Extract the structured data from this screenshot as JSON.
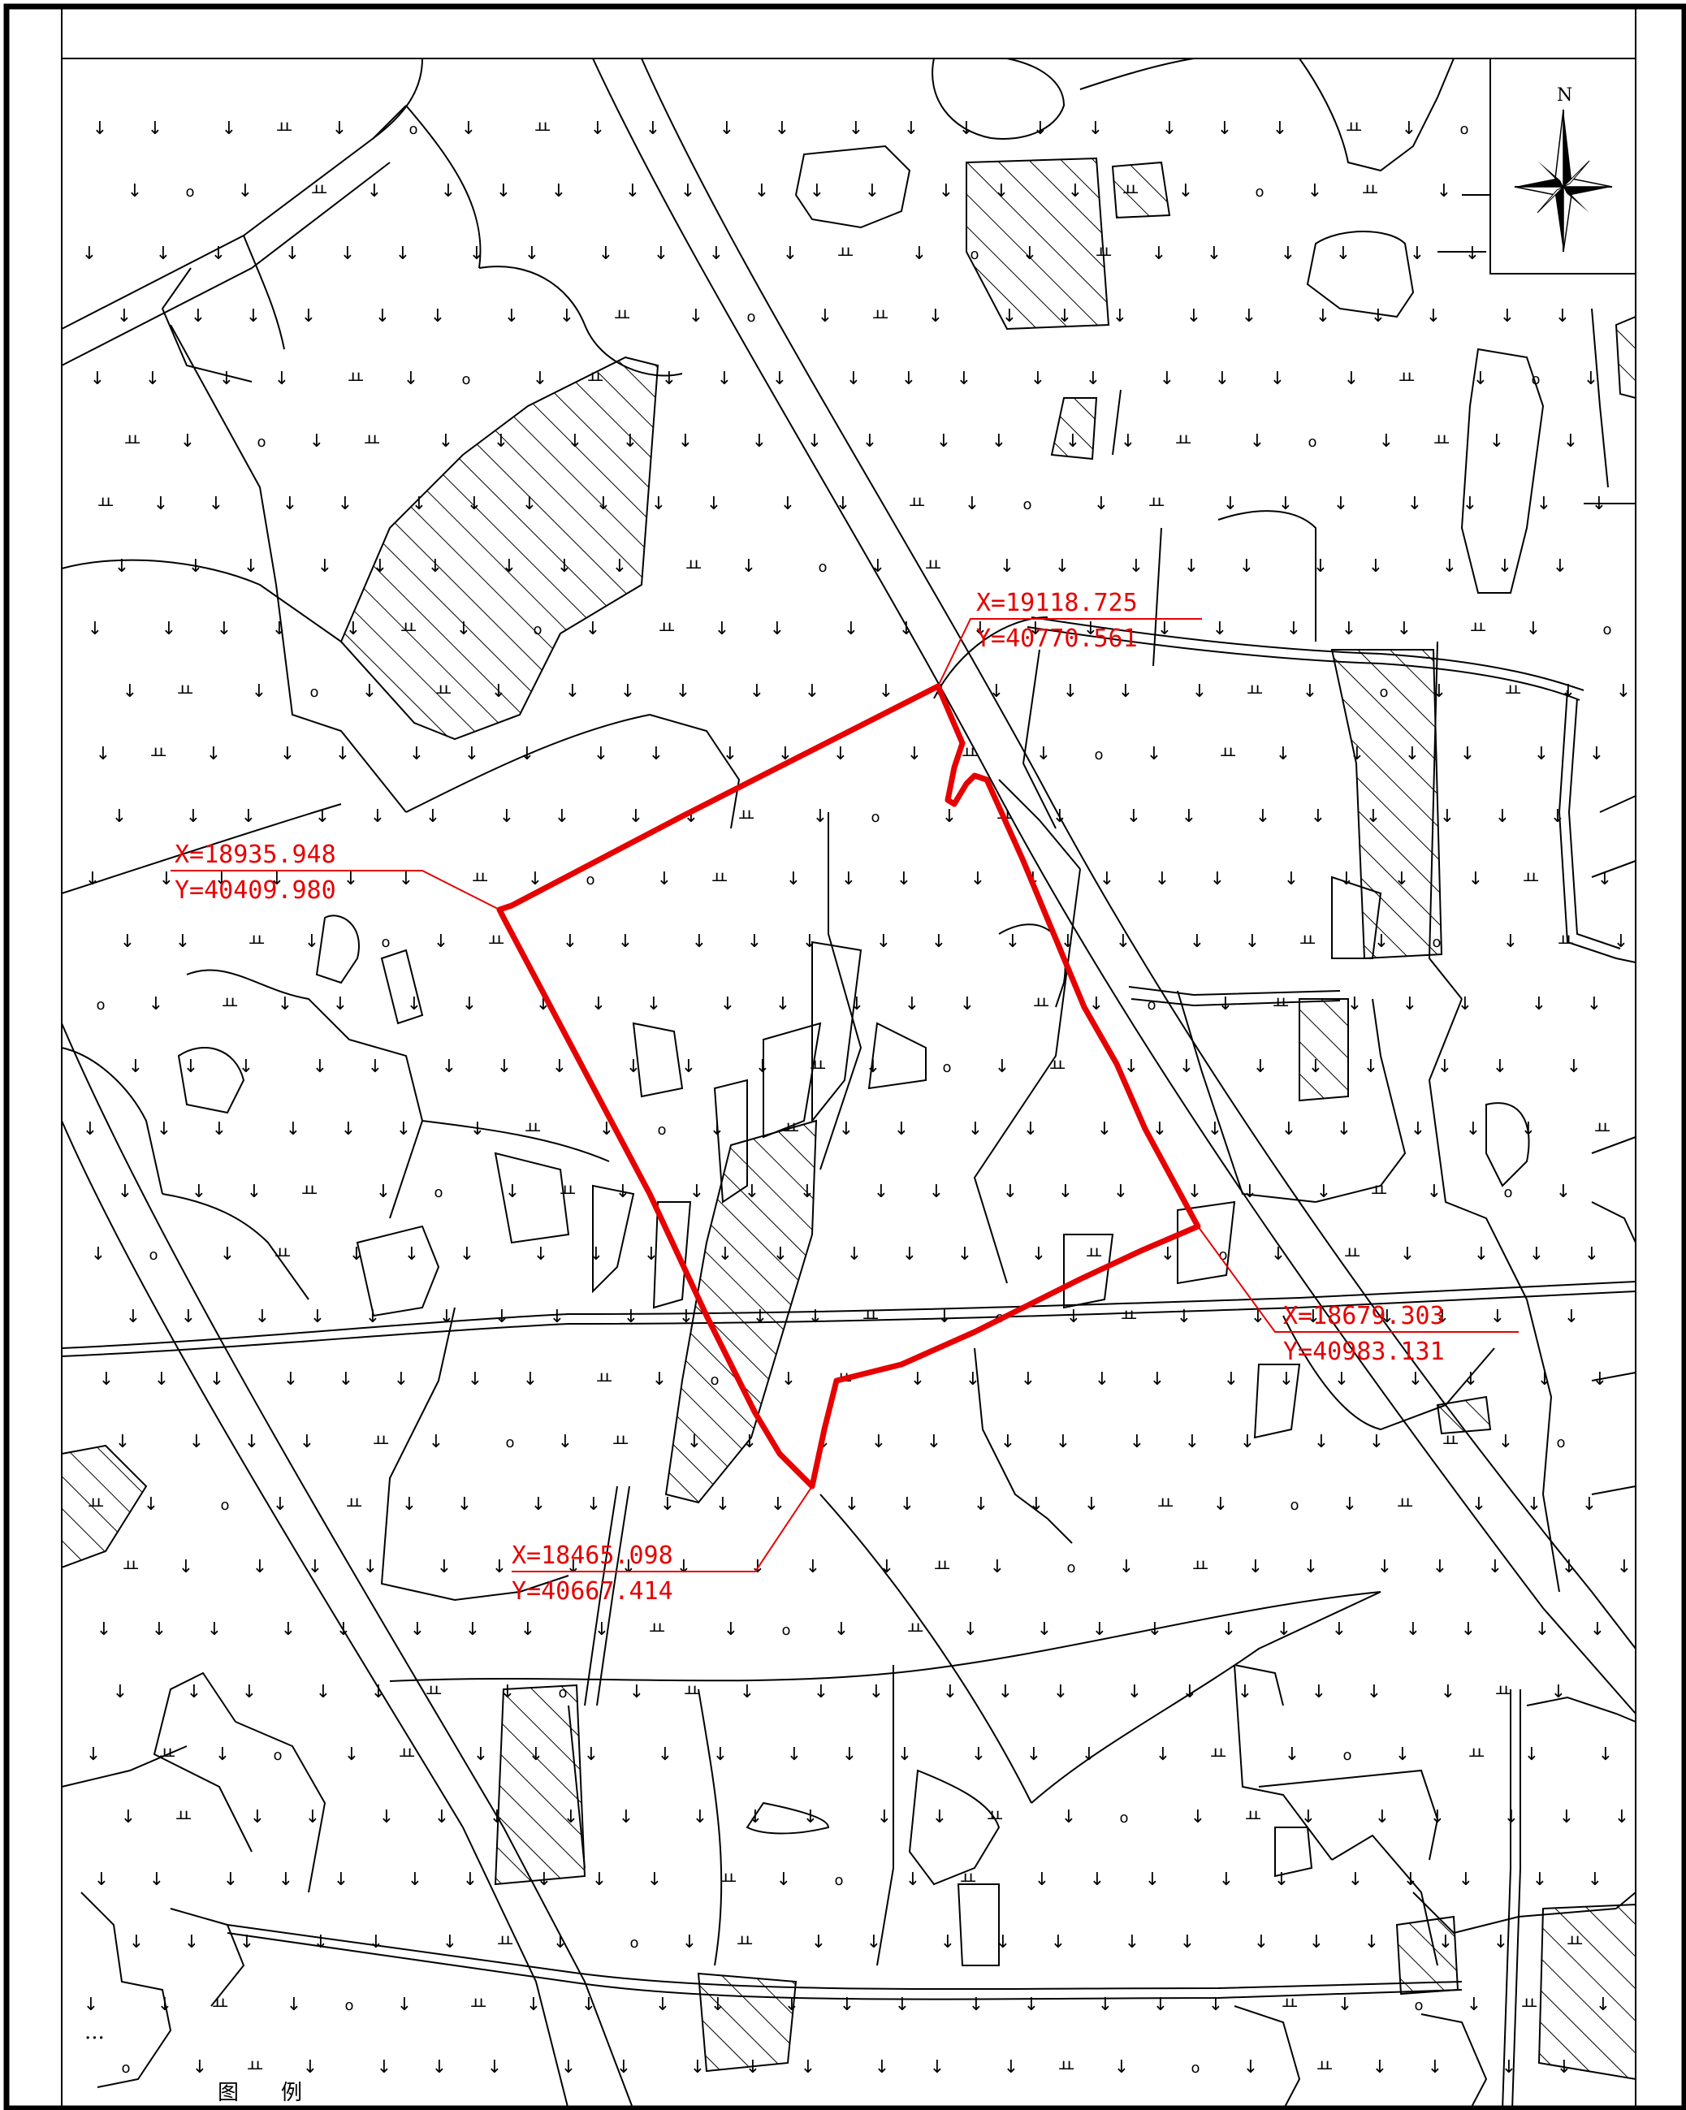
{
  "map": {
    "north_label": "N",
    "legend_title": "图　　例",
    "ellipsis": "...",
    "colors": {
      "boundary": "#e60000",
      "linework": "#000000",
      "hatch": "#000000",
      "background": "#ffffff"
    },
    "symbols": {
      "dry_land": "↓",
      "paddy": "ㅛ",
      "orchard": "o"
    },
    "coordinates": [
      {
        "x": "X=19118.725",
        "y": "Y=40770.561"
      },
      {
        "x": "X=18935.948",
        "y": "Y=40409.980"
      },
      {
        "x": "X=18679.303",
        "y": "Y=40983.131"
      },
      {
        "x": "X=18465.098",
        "y": "Y=40667.414"
      }
    ]
  }
}
